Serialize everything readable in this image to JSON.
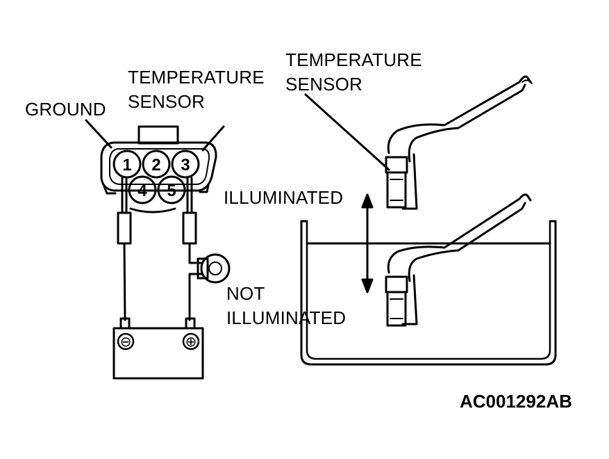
{
  "labels": {
    "ground": "GROUND",
    "temp_sensor_connector_line1": "TEMPERATURE",
    "temp_sensor_connector_line2": "SENSOR",
    "temp_sensor_probe_line1": "TEMPERATURE",
    "temp_sensor_probe_line2": "SENSOR",
    "illuminated": "ILLUMINATED",
    "not_illuminated_line1": "NOT",
    "not_illuminated_line2": "ILLUMINATED"
  },
  "connector_pins": [
    "1",
    "2",
    "3",
    "4",
    "5"
  ],
  "battery_terminals": {
    "negative": "⊖",
    "positive": "⊕"
  },
  "figure_code": "AC001292AB"
}
